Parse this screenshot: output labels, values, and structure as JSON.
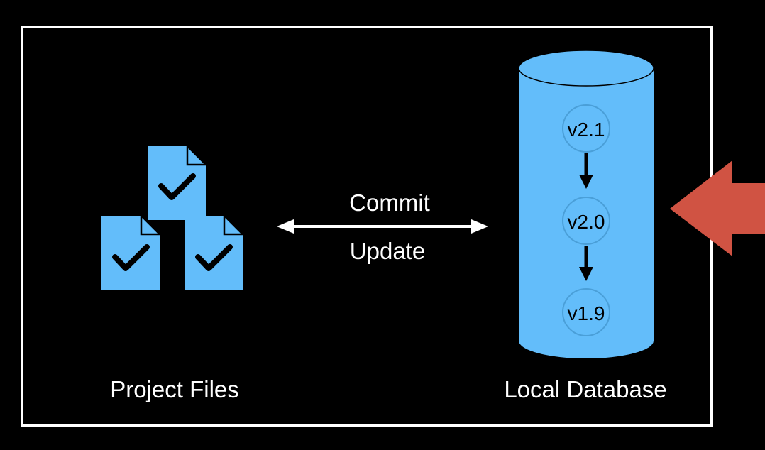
{
  "colors": {
    "background": "#000000",
    "frame": "#ffffff",
    "file_fill": "#63bdfa",
    "database_fill": "#63bdfa",
    "version_node_fill": "#63bdfa",
    "check": "#000000",
    "sync_arrow": "#ffffff",
    "version_arrow": "#000000",
    "pointer_arrow": "#d05343"
  },
  "project_files": {
    "label": "Project Files",
    "icon": "document-check-icon",
    "count": 3
  },
  "sync": {
    "top_label": "Commit",
    "bottom_label": "Update",
    "icon": "double-headed-arrow-icon"
  },
  "database": {
    "label": "Local Database",
    "icon": "cylinder-icon",
    "versions": [
      "v2.1",
      "v2.0",
      "v1.9"
    ]
  },
  "pointer": {
    "icon": "left-arrow-icon"
  }
}
